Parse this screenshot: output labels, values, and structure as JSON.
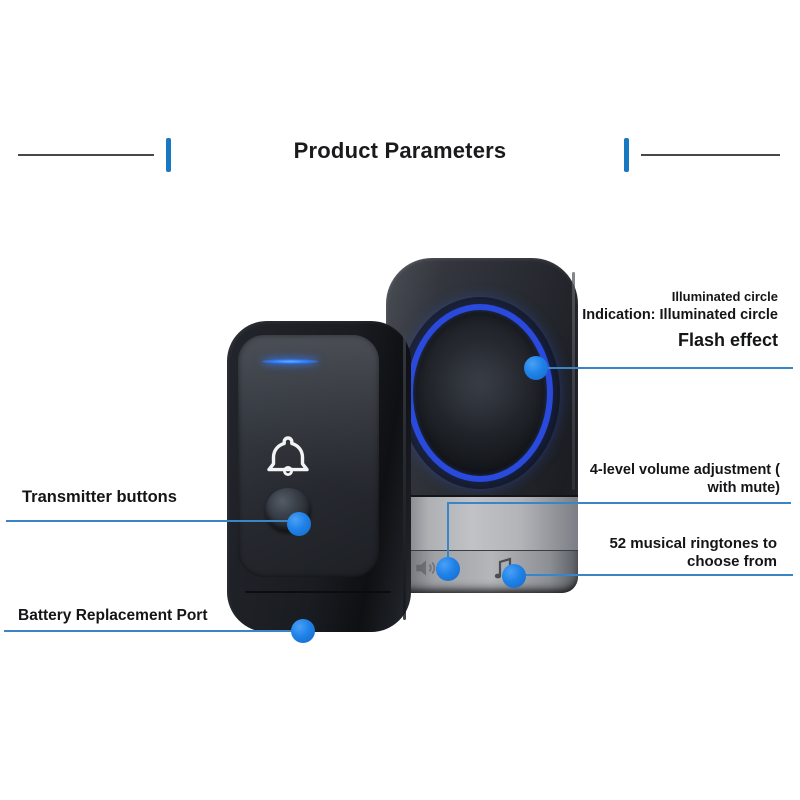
{
  "header": {
    "title": "Product Parameters"
  },
  "callouts": {
    "flash": {
      "line1": "Illuminated circle",
      "line2": "Indication: Illuminated circle",
      "line3": "Flash effect"
    },
    "volume": {
      "line1": "4-level volume adjustment (",
      "line2": "with mute)"
    },
    "ringtones": {
      "line1": "52 musical ringtones to",
      "line2": "choose from"
    },
    "transmitter": {
      "label": "Transmitter buttons"
    },
    "battery": {
      "label": "Battery Replacement Port"
    }
  },
  "icons": {
    "bell": "bell-outline-icon",
    "volume": "speaker-volume-icon",
    "music": "music-notes-icon",
    "led": "led-indicator-strip",
    "ring": "illuminated-speaker-ring"
  },
  "colors": {
    "background": "#ffffff",
    "accent_bar": "#1878c2",
    "callout_line": "#3a85c6",
    "callout_dot": "#1f82e8",
    "ring_blue": "#2a49dd",
    "led_blue": "#2f7bff",
    "text": "#141517"
  }
}
